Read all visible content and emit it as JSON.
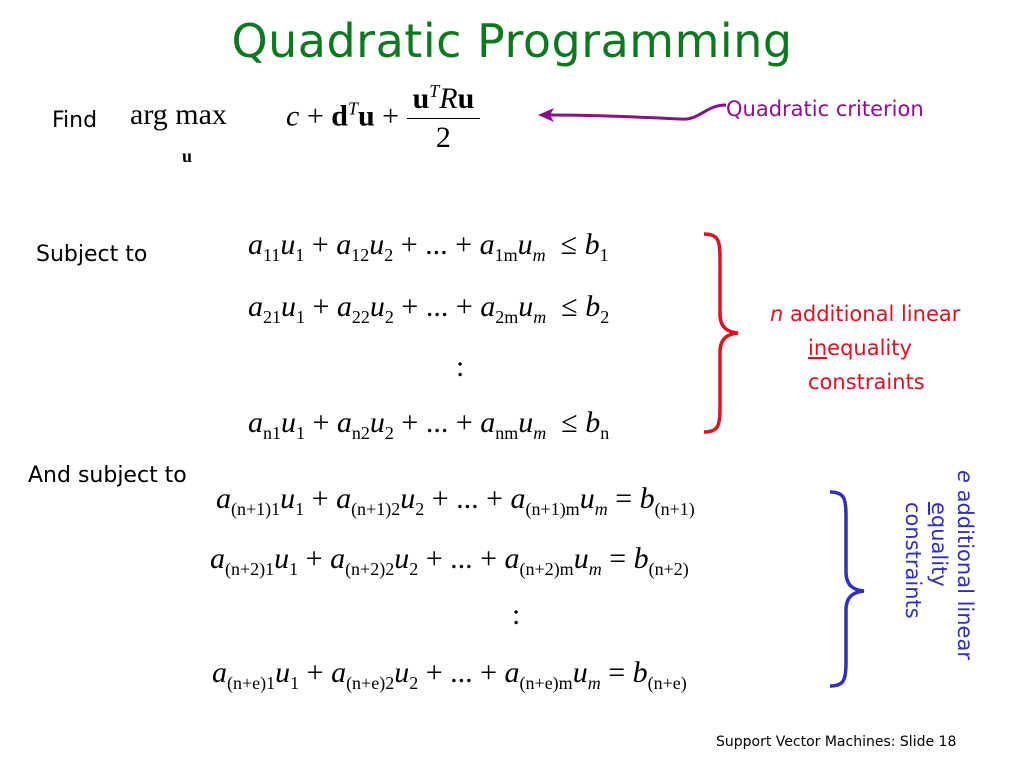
{
  "slide": {
    "title": "Quadratic Programming",
    "find_label": "Find",
    "subject_label": "Subject to",
    "and_subject_label": "And subject to",
    "footer": "Support Vector Machines: Slide 18",
    "colors": {
      "title": "#0b7a1e",
      "criterion": "#8b108b",
      "inequality": "#e01020",
      "equality": "#3030c0"
    }
  },
  "objective": {
    "argmax": "arg max",
    "argmax_var": "u",
    "c": "c",
    "plus": "+",
    "d": "d",
    "T": "T",
    "u": "u",
    "num_u": "u",
    "num_R": "R",
    "denominator": "2"
  },
  "criterion_note": "Quadratic criterion",
  "inequality_note": {
    "n": "n",
    "line1": "additional linear",
    "underlined": "in",
    "line2_rest": "equality",
    "line3": "constraints"
  },
  "equality_note": {
    "e": "e",
    "line1": "additional linear",
    "underlined": "e",
    "line2_rest": "quality",
    "line3": "constraints"
  },
  "ineq_rows": [
    {
      "c1": "11",
      "c2": "12",
      "cm": "1m",
      "b": "1"
    },
    {
      "c1": "21",
      "c2": "22",
      "cm": "2m",
      "b": "2"
    },
    {
      "c1": "n1",
      "c2": "n2",
      "cm": "nm",
      "b": "n"
    }
  ],
  "eq_rows": [
    {
      "c1": "(n+1)1",
      "c2": "(n+1)2",
      "cm": "(n+1)m",
      "b": "(n+1)"
    },
    {
      "c1": "(n+2)1",
      "c2": "(n+2)2",
      "cm": "(n+2)m",
      "b": "(n+2)"
    },
    {
      "c1": "(n+e)1",
      "c2": "(n+e)2",
      "cm": "(n+e)m",
      "b": "(n+e)"
    }
  ],
  "symbols": {
    "a": "a",
    "u": "u",
    "b": "b",
    "m": "m",
    "one": "1",
    "two": "2",
    "ellipsis": "+ ... +",
    "leq": "≤",
    "eq": "=",
    "vdots": ":"
  }
}
